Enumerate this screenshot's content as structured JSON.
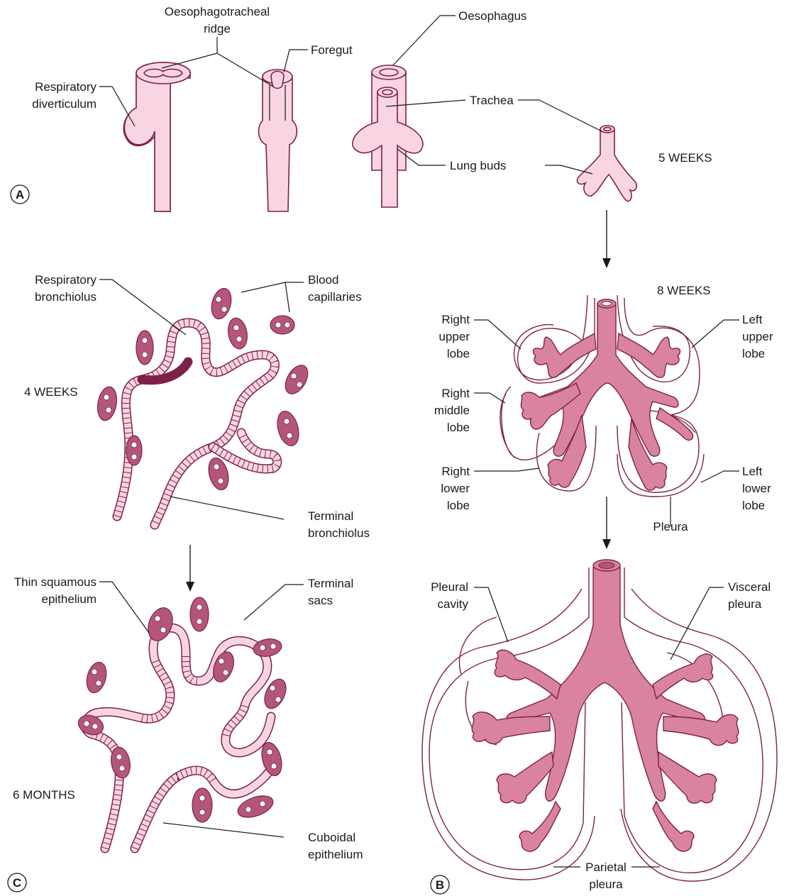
{
  "panels": {
    "a": "A",
    "b": "B",
    "c": "C"
  },
  "stages": {
    "five_weeks": "5 WEEKS",
    "eight_weeks": "8 WEEKS",
    "four_weeks": "4 WEEKS",
    "six_months": "6 MONTHS"
  },
  "labels": {
    "oesophagotracheal_1": "Oesophagotracheal",
    "oesophagotracheal_2": "ridge",
    "foregut": "Foregut",
    "oesophagus": "Oesophagus",
    "respiratory_1": "Respiratory",
    "respiratory_2": "diverticulum",
    "trachea": "Trachea",
    "lung_buds": "Lung buds",
    "resp_bronch_1": "Respiratory",
    "resp_bronch_2": "bronchiolus",
    "blood_cap_1": "Blood",
    "blood_cap_2": "capillaries",
    "terminal_bronch_1": "Terminal",
    "terminal_bronch_2": "bronchiolus",
    "right_upper_1": "Right",
    "right_upper_2": "upper",
    "right_upper_3": "lobe",
    "left_upper_1": "Left",
    "left_upper_2": "upper",
    "left_upper_3": "lobe",
    "right_middle_1": "Right",
    "right_middle_2": "middle",
    "right_middle_3": "lobe",
    "right_lower_1": "Right",
    "right_lower_2": "lower",
    "right_lower_3": "lobe",
    "left_lower_1": "Left",
    "left_lower_2": "lower",
    "left_lower_3": "lobe",
    "pleura": "Pleura",
    "thin_squamous_1": "Thin squamous",
    "thin_squamous_2": "epithelium",
    "terminal_sacs_1": "Terminal",
    "terminal_sacs_2": "sacs",
    "cuboidal_1": "Cuboidal",
    "cuboidal_2": "epithelium",
    "pleural_cavity_1": "Pleural",
    "pleural_cavity_2": "cavity",
    "visceral_1": "Visceral",
    "visceral_2": "pleura",
    "parietal_1": "Parietal",
    "parietal_2": "pleura"
  },
  "colors": {
    "tube_fill": "#f9d5e3",
    "outline": "#7d2148",
    "lung_fill": "#d9839f",
    "capillary": "#b4567b"
  }
}
